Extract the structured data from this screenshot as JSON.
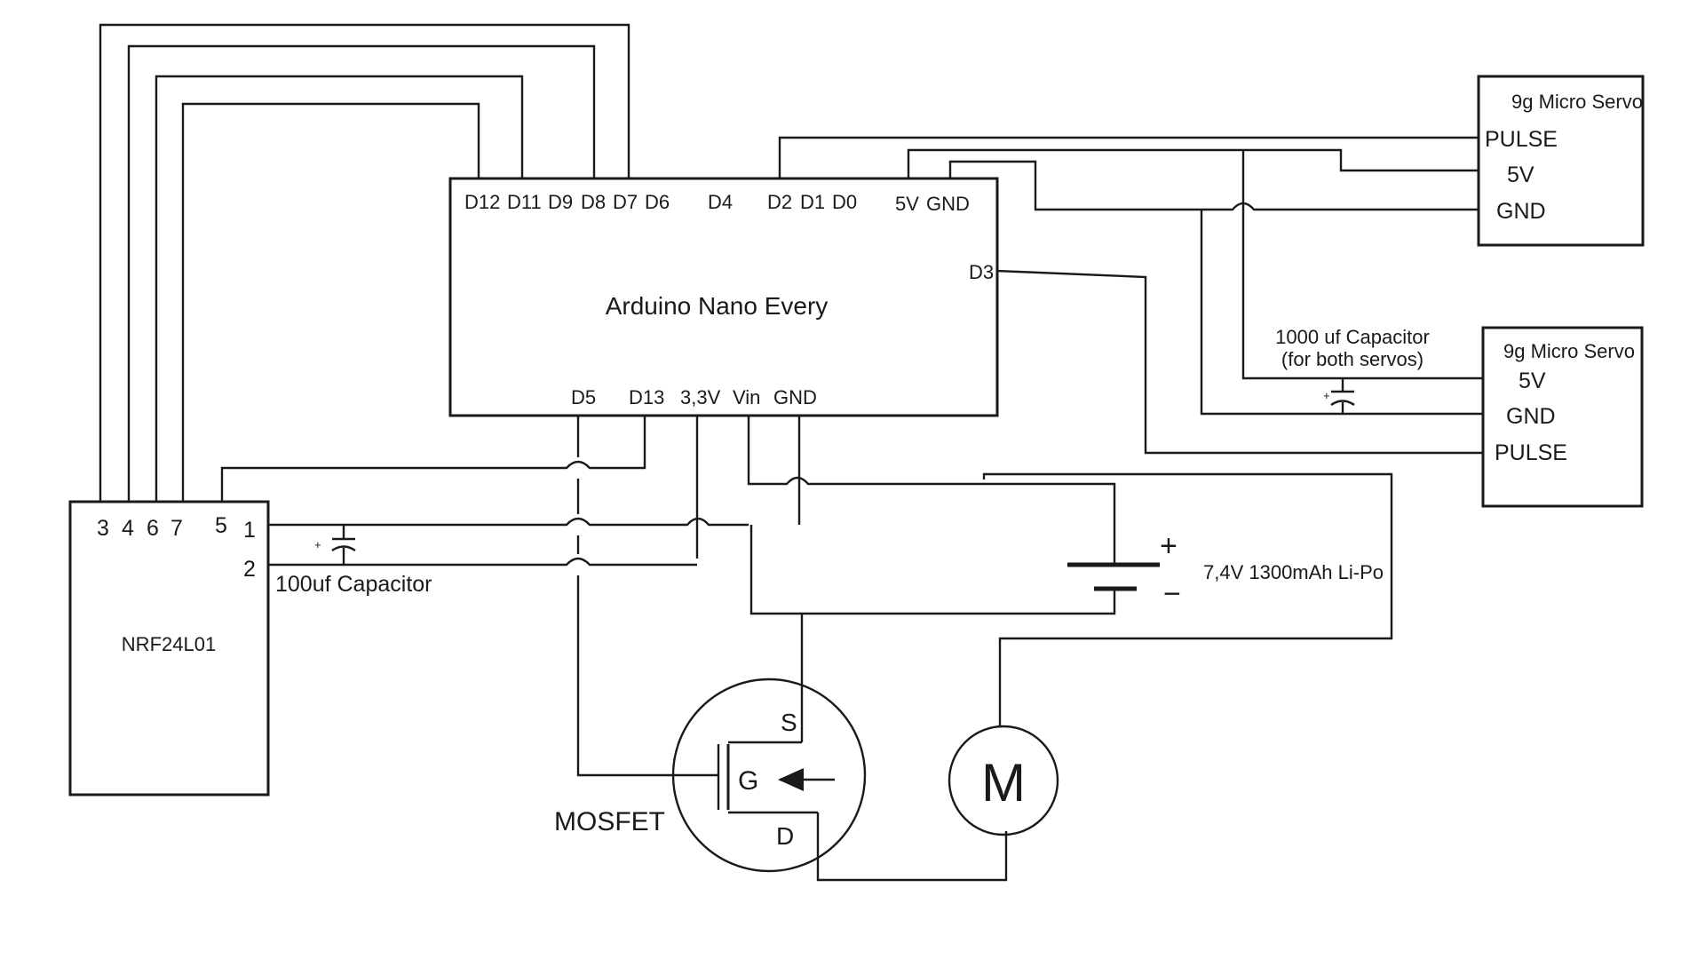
{
  "arduino": {
    "name": "Arduino Nano Every",
    "top_pins": [
      "D12",
      "D11",
      "D9",
      "D8",
      "D7",
      "D6",
      "D4",
      "D2",
      "D1",
      "D0",
      "5V",
      "GND"
    ],
    "side_pin": "D3",
    "bottom_pins": [
      "D5",
      "D13",
      "3,3V",
      "Vin",
      "GND"
    ]
  },
  "nrf": {
    "name": "NRF24L01",
    "top_pins": [
      "3",
      "4",
      "6",
      "7",
      "5"
    ],
    "side_pins": [
      "1",
      "2"
    ]
  },
  "capacitor_small": {
    "label": "100uf Capacitor",
    "polarity": "+"
  },
  "capacitor_large": {
    "line1": "1000 uf Capacitor",
    "line2": "(for both servos)",
    "polarity": "+"
  },
  "servo_1": {
    "title": "9g Micro Servo",
    "pins": [
      "PULSE",
      "5V",
      "GND"
    ]
  },
  "servo_2": {
    "title": "9g Micro Servo",
    "pins": [
      "5V",
      "GND",
      "PULSE"
    ]
  },
  "battery": {
    "label": "7,4V 1300mAh Li-Po",
    "plus": "+",
    "minus": "−"
  },
  "mosfet": {
    "label": "MOSFET",
    "gate": "G",
    "source": "S",
    "drain": "D"
  },
  "motor": {
    "symbol": "M"
  },
  "colors": {
    "line": "#1a1a1a",
    "background": "#ffffff"
  }
}
